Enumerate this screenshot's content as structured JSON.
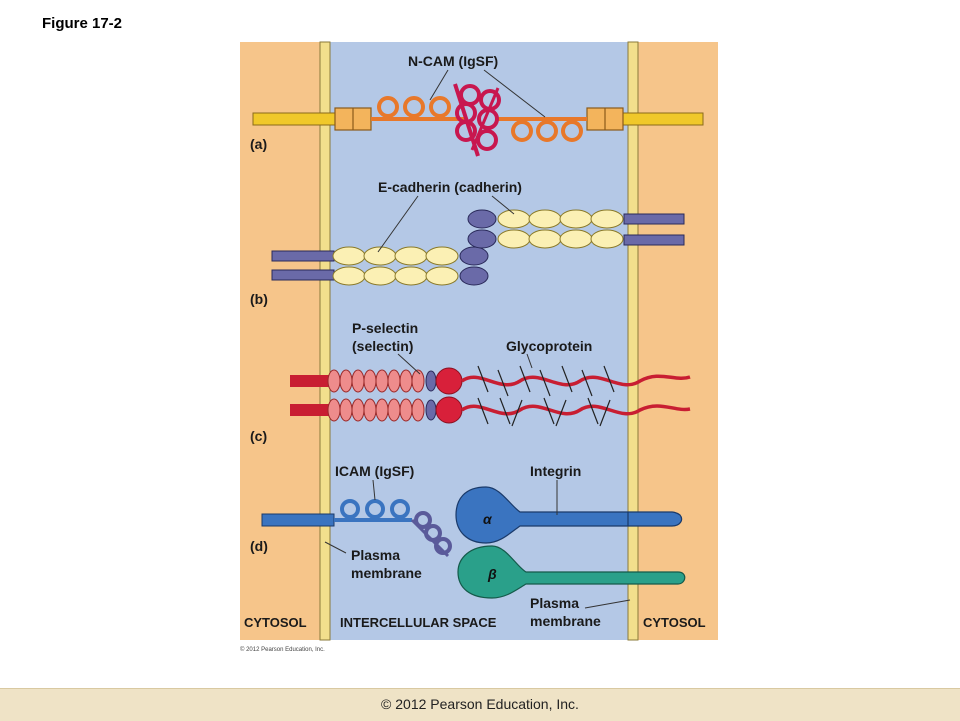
{
  "figure_title": "Figure 17-2",
  "footer_text": "© 2012 Pearson Education, Inc.",
  "small_copyright": "© 2012 Pearson Education, Inc.",
  "zones": {
    "cytosol_left": "CYTOSOL",
    "intercellular": "INTERCELLULAR SPACE",
    "cytosol_right": "CYTOSOL"
  },
  "sections": {
    "a": "(a)",
    "b": "(b)",
    "c": "(c)",
    "d": "(d)"
  },
  "labels": {
    "ncam": "N-CAM (IgSF)",
    "ecadherin": "E-cadherin (cadherin)",
    "pselectin_1": "P-selectin",
    "pselectin_2": "(selectin)",
    "glycoprotein": "Glycoprotein",
    "icam": "ICAM (IgSF)",
    "integrin": "Integrin",
    "alpha": "α",
    "beta": "β",
    "plasma_left_1": "Plasma",
    "plasma_left_2": "membrane",
    "plasma_right_1": "Plasma",
    "plasma_right_2": "membrane"
  },
  "colors": {
    "cytosol": "#f6c58a",
    "intercellular": "#b4c8e6",
    "membrane": "#f2df8c",
    "ncam_orange": "#e8782a",
    "ncam_magenta": "#c8174f",
    "tail_yellow": "#f0c82a",
    "cadherin_oval": "#fbf0b4",
    "cadherin_purple": "#6a6aa8",
    "selectin_red": "#c81e32",
    "selectin_pink": "#ee8c8c",
    "icam_blue": "#3a74c0",
    "integrin_blue": "#3a74c0",
    "integrin_teal": "#2aa08a"
  }
}
